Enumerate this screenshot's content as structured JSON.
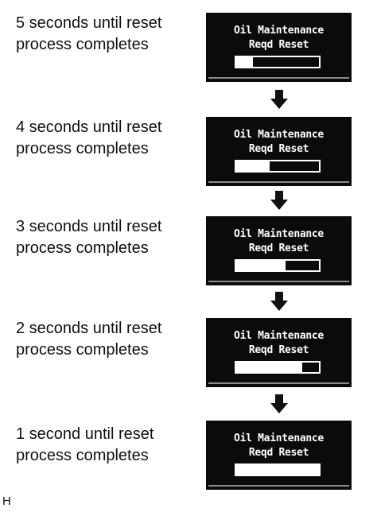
{
  "steps": [
    {
      "label_line1": "5 seconds until reset",
      "label_line2": "process completes",
      "display_line1": "Oil Maintenance",
      "display_line2": "Reqd Reset",
      "progress": 0.2
    },
    {
      "label_line1": "4 seconds until reset",
      "label_line2": "process completes",
      "display_line1": "Oil Maintenance",
      "display_line2": "Reqd Reset",
      "progress": 0.4
    },
    {
      "label_line1": "3 seconds until reset",
      "label_line2": "process completes",
      "display_line1": "Oil Maintenance",
      "display_line2": "Reqd Reset",
      "progress": 0.6
    },
    {
      "label_line1": "2 seconds until reset",
      "label_line2": "process completes",
      "display_line1": "Oil Maintenance",
      "display_line2": "Reqd Reset",
      "progress": 0.8
    },
    {
      "label_line1": "1 second until reset",
      "label_line2": "process completes",
      "display_line1": "Oil Maintenance",
      "display_line2": "Reqd Reset",
      "progress": 1.0
    }
  ],
  "footer_mark": "H",
  "colors": {
    "display_background": "#0b0b0b",
    "display_text": "#ffffff",
    "arrow": "#111111"
  }
}
